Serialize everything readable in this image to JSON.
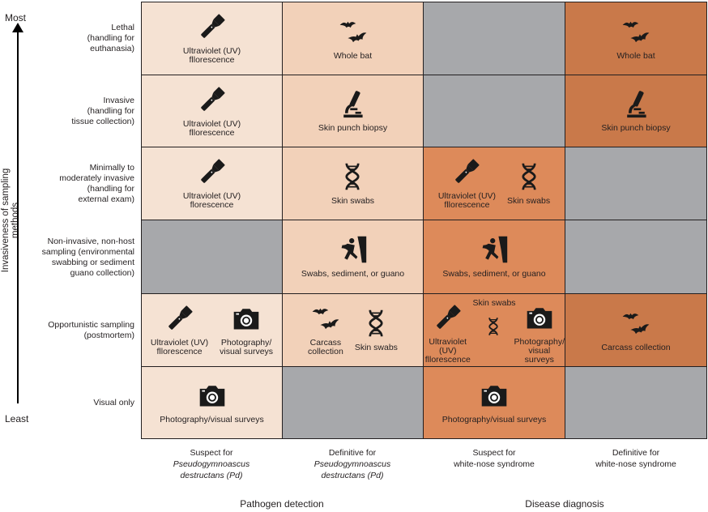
{
  "axis": {
    "title": "Invasiveness of sampling methods",
    "most": "Most",
    "least": "Least"
  },
  "colors": {
    "col1": "#f5e2d3",
    "col2": "#f2d1b9",
    "col3": "#dd8a5a",
    "col4": "#c9794a",
    "na": "#a7a8ab"
  },
  "rows": [
    {
      "label": "Lethal\n(handling for\neuthanasia)",
      "cells": [
        {
          "fill": "col1",
          "items": [
            {
              "icon": "flashlight-icon",
              "label": "Ultraviolet (UV)\nfllorescence"
            }
          ]
        },
        {
          "fill": "col2",
          "items": [
            {
              "icon": "bat-icon",
              "label": "Whole bat"
            }
          ]
        },
        {
          "fill": "na",
          "items": []
        },
        {
          "fill": "col4",
          "items": [
            {
              "icon": "bat-icon",
              "label": "Whole bat"
            }
          ]
        }
      ]
    },
    {
      "label": "Invasive\n(handling for\ntissue collection)",
      "cells": [
        {
          "fill": "col1",
          "items": [
            {
              "icon": "flashlight-icon",
              "label": "Ultraviolet (UV)\nfllorescence"
            }
          ]
        },
        {
          "fill": "col2",
          "items": [
            {
              "icon": "microscope-icon",
              "label": "Skin punch biopsy"
            }
          ]
        },
        {
          "fill": "na",
          "items": []
        },
        {
          "fill": "col4",
          "items": [
            {
              "icon": "microscope-icon",
              "label": "Skin punch biopsy"
            }
          ]
        }
      ]
    },
    {
      "label": "Minimally to\nmoderately invasive\n(handling for\nexternal exam)",
      "cells": [
        {
          "fill": "col1",
          "items": [
            {
              "icon": "flashlight-icon",
              "label": "Ultraviolet (UV)\nflorescence"
            }
          ]
        },
        {
          "fill": "col2",
          "items": [
            {
              "icon": "dna-icon",
              "label": "Skin swabs"
            }
          ]
        },
        {
          "fill": "col3",
          "items": [
            {
              "icon": "flashlight-icon",
              "label": "Ultraviolet (UV)\nfllorescence"
            },
            {
              "icon": "dna-icon",
              "label": "Skin swabs\n "
            }
          ]
        },
        {
          "fill": "na",
          "items": []
        }
      ]
    },
    {
      "label": "Non-invasive, non-host\nsampling (environmental\nswabbing or sediment\nguano collection)",
      "cells": [
        {
          "fill": "na",
          "items": []
        },
        {
          "fill": "col2",
          "items": [
            {
              "icon": "climber-icon",
              "label": "Swabs, sediment, or guano"
            }
          ]
        },
        {
          "fill": "col3",
          "items": [
            {
              "icon": "climber-icon",
              "label": "Swabs, sediment, or guano"
            }
          ]
        },
        {
          "fill": "na",
          "items": []
        }
      ]
    },
    {
      "label": "Opportunistic sampling\n(postmortem)",
      "cells": [
        {
          "fill": "col1",
          "items": [
            {
              "icon": "flashlight-icon",
              "label": "Ultraviolet (UV)\nfllorescence"
            },
            {
              "icon": "camera-icon",
              "label": "Photography/\nvisual surveys"
            }
          ]
        },
        {
          "fill": "col2",
          "items": [
            {
              "icon": "bat-icon",
              "label": "Carcass\ncollection"
            },
            {
              "icon": "dna-icon",
              "label": "Skin swabs\n "
            }
          ]
        },
        {
          "fill": "col3",
          "top_label": "Skin swabs",
          "items": [
            {
              "icon": "flashlight-icon",
              "label": "Ultraviolet (UV)\nfllorescence"
            },
            {
              "icon": "dna-icon",
              "label": " \n "
            },
            {
              "icon": "camera-icon",
              "label": "Photography/\nvisual surveys"
            }
          ]
        },
        {
          "fill": "col4",
          "items": [
            {
              "icon": "bat-icon",
              "label": "Carcass collection"
            }
          ]
        }
      ]
    },
    {
      "label": "Visual only",
      "cells": [
        {
          "fill": "col1",
          "items": [
            {
              "icon": "camera-icon",
              "label": "Photography/visual surveys"
            }
          ]
        },
        {
          "fill": "na",
          "items": []
        },
        {
          "fill": "col3",
          "items": [
            {
              "icon": "camera-icon",
              "label": "Photography/visual surveys"
            }
          ]
        },
        {
          "fill": "na",
          "items": []
        }
      ]
    }
  ],
  "columns": [
    {
      "line1": "Suspect for",
      "line2": "Pseudogymnoascus",
      "line3": "destructans (Pd)"
    },
    {
      "line1": "Definitive for",
      "line2": "Pseudogymnoascus",
      "line3": "destructans (Pd)"
    },
    {
      "line1": "Suspect for",
      "line2": "white-nose syndrome",
      "line3": ""
    },
    {
      "line1": "Definitive for",
      "line2": "white-nose syndrome",
      "line3": ""
    }
  ],
  "groups": [
    "Pathogen detection",
    "Disease diagnosis"
  ]
}
